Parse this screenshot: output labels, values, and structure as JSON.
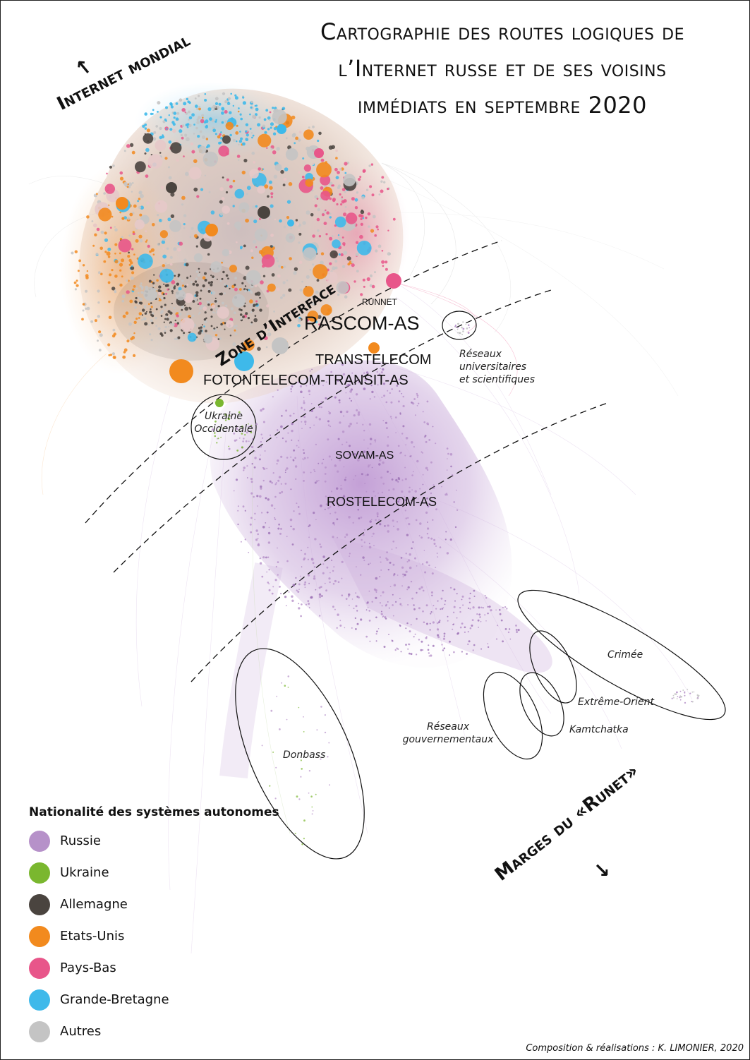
{
  "title": {
    "line1": "Cartographie des routes logiques de",
    "line2": "l’Internet russe et de ses voisins",
    "line3": "immédiats en septembre 2020"
  },
  "zones": {
    "internet_mondial": "Internet mondial",
    "zone_interface": "Zone d’Interface",
    "marges_runet": "Marges du «Runet»"
  },
  "as_labels": {
    "runnet": "RUNNET",
    "rascom": "RASCOM-AS",
    "transtelecom": "TRANSTELECOM",
    "fotontelecom": "FOTONTELECOM-TRANSIT-AS",
    "sovam": "SOVAM-AS",
    "rostelecom": "ROSTELECOM-AS"
  },
  "regions": {
    "reseaux_univ": "Réseaux universitaires et scientifiques",
    "reseaux_univ_l1": "Réseaux",
    "reseaux_univ_l2": "universitaires",
    "reseaux_univ_l3": "et scientifiques",
    "ukraine_occ_l1": "Ukraine",
    "ukraine_occ_l2": "Occidentale",
    "crimee": "Crimée",
    "extreme_orient": "Extrême-Orient",
    "kamtchatka": "Kamtchatka",
    "reseaux_gouv_l1": "Réseaux",
    "reseaux_gouv_l2": "gouvernementaux",
    "donbass": "Donbass"
  },
  "legend": {
    "title": "Nationalité des systèmes autonomes",
    "items": [
      {
        "label": "Russie",
        "color": "#b691c9"
      },
      {
        "label": "Ukraine",
        "color": "#7ab72f"
      },
      {
        "label": "Allemagne",
        "color": "#4a443f"
      },
      {
        "label": "Etats-Unis",
        "color": "#f28a1e"
      },
      {
        "label": "Pays-Bas",
        "color": "#e8568a"
      },
      {
        "label": "Grande-Bretagne",
        "color": "#3eb9ea"
      },
      {
        "label": "Autres",
        "color": "#c4c4c4"
      }
    ]
  },
  "credit": "Composition & réalisations : K. LIMONIER, 2020",
  "colors": {
    "russia": "#b691c9",
    "ukraine": "#7ab72f",
    "germany": "#4a443f",
    "usa": "#f28a1e",
    "netherlands": "#e8568a",
    "uk": "#3eb9ea",
    "others": "#c4c4c4"
  }
}
